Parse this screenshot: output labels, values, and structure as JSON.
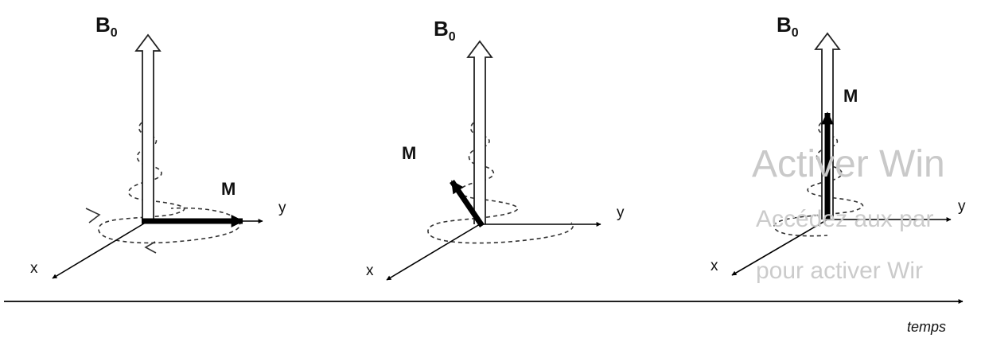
{
  "panels": [
    {
      "b0_label": "B",
      "b0_subscript": "0",
      "m_label": "M",
      "x_label": "x",
      "y_label": "y",
      "magnetization_state": "transverse"
    },
    {
      "b0_label": "B",
      "b0_subscript": "0",
      "m_label": "M",
      "x_label": "x",
      "y_label": "y",
      "magnetization_state": "relaxing"
    },
    {
      "b0_label": "B",
      "b0_subscript": "0",
      "m_label": "M",
      "x_label": "x",
      "y_label": "y",
      "magnetization_state": "longitudinal"
    }
  ],
  "time_axis": {
    "label": "temps"
  },
  "watermark": {
    "line1": "Activer Win",
    "line2": "Accédez aux par",
    "line3": "pour activer Wir"
  }
}
